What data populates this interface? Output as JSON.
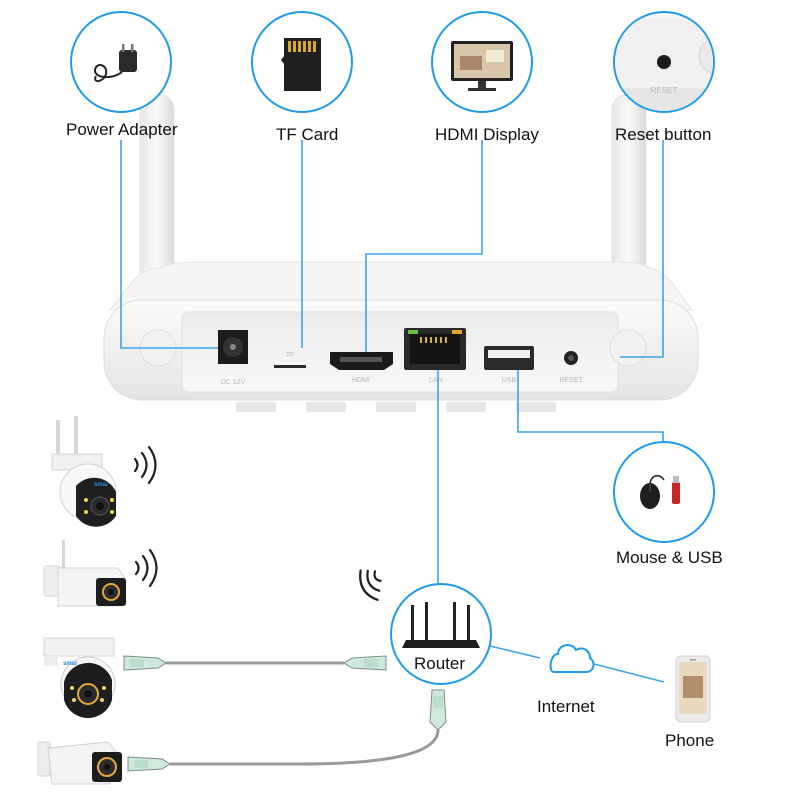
{
  "labels": {
    "power_adapter": "Power Adapter",
    "tf_card": "TF Card",
    "hdmi_display": "HDMI Display",
    "reset_button": "Reset button",
    "mouse_usb": "Mouse & USB",
    "router": "Router",
    "internet": "Internet",
    "phone": "Phone"
  },
  "port_labels": {
    "dc": "DC 12V",
    "tf": "TF",
    "hdmi": "HDMI",
    "lan": "LAN",
    "usb": "USB",
    "reset": "RESET"
  },
  "camera_brand": "smar",
  "icons": [
    "power-adapter-icon",
    "tf-card-icon",
    "monitor-icon",
    "reset-hole-icon",
    "mouse-icon",
    "usb-stick-icon",
    "router-icon",
    "cloud-icon",
    "phone-icon",
    "wifi-signal-icon"
  ],
  "colors": {
    "accent": "#1e9be8",
    "line": "#3aa5ea",
    "device": "#f2f2f2"
  }
}
